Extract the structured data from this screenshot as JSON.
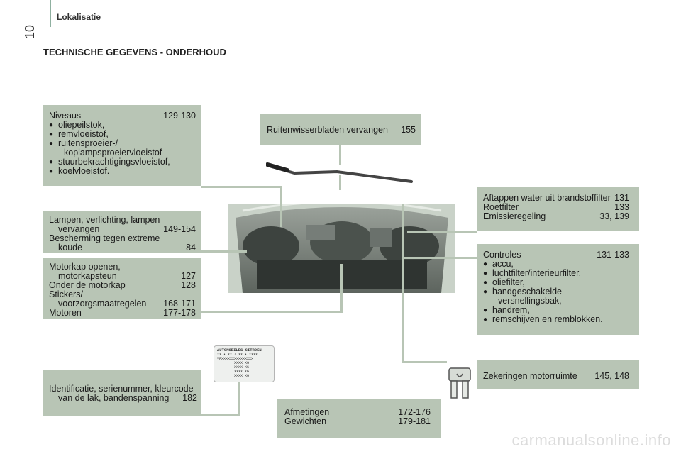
{
  "header": {
    "section": "Lokalisatie",
    "page_number": "10",
    "title": "TECHNISCHE GEGEVENS - ONDERHOUD"
  },
  "niveaus": {
    "label": "Niveaus",
    "pages": "129-130",
    "items": [
      "oliepeilstok,",
      "remvloeistof,",
      "ruitensproeier-/",
      "stuurbekrachtigingsvloeistof,",
      "koelvloeistof."
    ],
    "item3_cont": "koplampsproeiervloeistof"
  },
  "lampen": {
    "l1": "Lampen, verlichting, lampen",
    "l2": "vervangen",
    "p2": "149-154",
    "l3": "Bescherming tegen extreme",
    "l4": "koude",
    "p4": "84"
  },
  "motorkap": {
    "l1": "Motorkap openen,",
    "l2": "motorkapsteun",
    "p2": "127",
    "l3": "Onder de motorkap",
    "p3": "128",
    "l4": "Stickers/",
    "l5": "voorzorgsmaatregelen",
    "p5": "168-171",
    "l6": "Motoren",
    "p6": "177-178"
  },
  "identificatie": {
    "l1": "Identificatie, serienummer, kleurcode",
    "l2": "van de lak, bandenspanning",
    "p2": "182"
  },
  "plate": {
    "header": "AUTOMOBILES CITROEN",
    "lines": [
      "XX • XX / XX • XXXX",
      "VFXXXXXXXXXXXXXXX",
      "XXXX  XG",
      "XXXX  XG",
      "XXXX  XG",
      "XXXX  XG"
    ]
  },
  "ruitenwisser": {
    "label": "Ruitenwisserbladen vervangen",
    "pages": "155"
  },
  "aftappen": {
    "l1": "Aftappen water uit brandstoffilter",
    "p1": "131",
    "l2": "Roetfilter",
    "p2": "133",
    "l3": "Emissieregeling",
    "p3": "33, 139"
  },
  "controles": {
    "label": "Controles",
    "pages": "131-133",
    "items": [
      "accu,",
      "luchtfilter/interieurfilter,",
      "oliefilter,",
      "handgeschakelde",
      "handrem,",
      "remschijven en remblokken."
    ],
    "item4_cont": "versnellingsbak,"
  },
  "zekeringen": {
    "label": "Zekeringen motorruimte",
    "pages": "145, 148"
  },
  "afmetingen": {
    "l1": "Afmetingen",
    "p1": "172-176",
    "l2": "Gewichten",
    "p2": "179-181"
  },
  "watermark": "carmanualsonline.info",
  "colors": {
    "box": "#b8c5b5",
    "accent": "#7fa090"
  }
}
